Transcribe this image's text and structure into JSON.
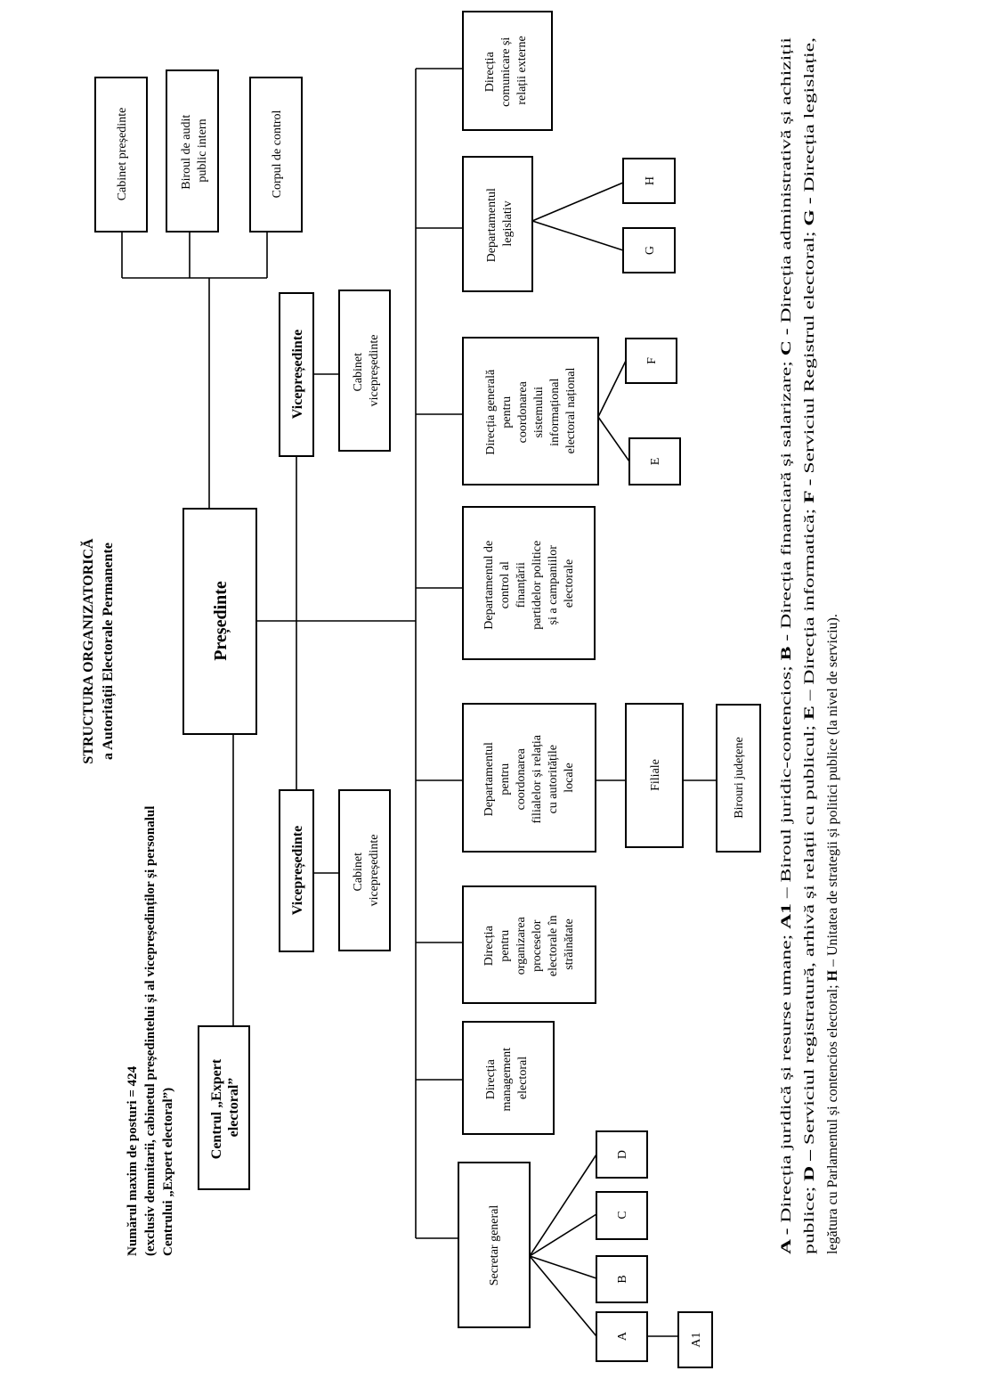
{
  "title": "STRUCTURA ORGANIZATORICĂ",
  "subtitle": "a Autorității Electorale Permanente",
  "header_note": {
    "line1": "Numărul maxim de posturi = 424",
    "line2": "(exclusiv demnitarii, cabinetul președintelui și al vicepreședinților și personalul",
    "line3": "Centrului „Expert electoral”)"
  },
  "units": {
    "presedinte": "Președinte",
    "cabinet_presedinte": "Cabinet  președinte",
    "birou_audit": [
      "Biroul de audit",
      "public intern"
    ],
    "corpul_control": "Corpul de control",
    "vicepresedinte_1": "Vicepreședinte",
    "vicepresedinte_2": "Vicepreședinte",
    "cabinet_vp_1": [
      "Cabinet",
      "vicepreședinte"
    ],
    "cabinet_vp_2": [
      "Cabinet",
      "vicepreședinte"
    ],
    "centrul_expert": [
      "Centrul „Expert",
      "electoral”"
    ],
    "secretar_general": "Secretar general",
    "directia_management": [
      "Direcția",
      "management",
      "electoral"
    ],
    "directia_strainatate": [
      "Direcția",
      "pentru",
      "organizarea",
      "proceselor",
      "electorale în",
      "străinătate"
    ],
    "dep_filiale": [
      "Departamentul",
      "pentru",
      "coordonarea",
      "filialelor și relația",
      "cu autoritățile",
      "locale"
    ],
    "filiale": "Filiale",
    "birouri_judetene": "Birouri județene",
    "dep_control": [
      "Departamentul de",
      "control al",
      "finanțării",
      "partidelor politice",
      "și a campaniilor",
      "electorale"
    ],
    "dir_generala": [
      "Direcția generală",
      "pentru",
      "coordonarea",
      "sistemului",
      "informațional",
      "electoral național"
    ],
    "dep_legislativ": [
      "Departamentul",
      "legislativ"
    ],
    "dir_comunicare": [
      "Direcția",
      "comunicare și",
      "relații externe"
    ],
    "sub_a": "A",
    "sub_a1": "A1",
    "sub_b": "B",
    "sub_c": "C",
    "sub_d": "D",
    "sub_e": "E",
    "sub_f": "F",
    "sub_g": "G",
    "sub_h": "H"
  },
  "legend": {
    "line1": [
      {
        "b": "A - ",
        "t": "Direcția juridică și resurse umane; "
      },
      {
        "b": "A1",
        "t": " – Biroul juridic-contencios; "
      },
      {
        "b": "B",
        "t": " - Direcția financiară și salarizare; "
      },
      {
        "b": "C - ",
        "t": "Direcția administrativă și achiziții"
      }
    ],
    "line2": [
      {
        "b": "",
        "t": "publice; "
      },
      {
        "b": "D – ",
        "t": "Serviciul registratură, arhivă și relații cu publicul;  "
      },
      {
        "b": "E",
        "t": " – Direcția informatică; "
      },
      {
        "b": "F - ",
        "t": " Serviciul Registrul electoral; "
      },
      {
        "b": "G - ",
        "t": " Direcția legislație,"
      }
    ],
    "line3": [
      {
        "b": "",
        "t": "legătura cu Parlamentul și contencios electoral; "
      },
      {
        "b": "H",
        "t": " – Unitatea de strategii și politici publice (la nivel de serviciu)."
      }
    ]
  }
}
